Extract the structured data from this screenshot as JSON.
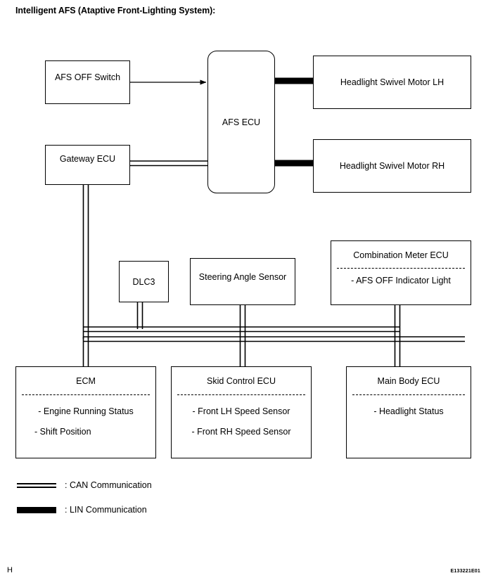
{
  "page": {
    "title": "Intelligent AFS (Ataptive Front-Lighting System):",
    "footer_left": "H",
    "footer_code": "E133221E01"
  },
  "nodes": {
    "afs_off_switch": {
      "label": "AFS OFF Switch"
    },
    "afs_ecu": {
      "label": "AFS ECU"
    },
    "headlight_swivel_motor_lh": {
      "label": "Headlight Swivel Motor LH"
    },
    "headlight_swivel_motor_rh": {
      "label": "Headlight Swivel Motor RH"
    },
    "gateway_ecu": {
      "label": "Gateway ECU"
    },
    "dlc3": {
      "label": "DLC3"
    },
    "steering_angle_sensor": {
      "label": "Steering Angle Sensor"
    },
    "combination_meter_ecu": {
      "label": "Combination Meter ECU",
      "items": [
        "- AFS OFF Indicator Light"
      ]
    },
    "ecm": {
      "label": "ECM",
      "items": [
        "-  Engine Running Status",
        "- Shift Position"
      ]
    },
    "skid_control_ecu": {
      "label": "Skid Control ECU",
      "items": [
        "- Front LH Speed Sensor",
        "- Front RH Speed Sensor"
      ]
    },
    "main_body_ecu": {
      "label": "Main Body ECU",
      "items": [
        "- Headlight Status"
      ]
    }
  },
  "legend": {
    "can": ": CAN Communication",
    "lin": ": LIN Communication"
  },
  "colors": {
    "line": "#000000",
    "background": "#ffffff"
  }
}
